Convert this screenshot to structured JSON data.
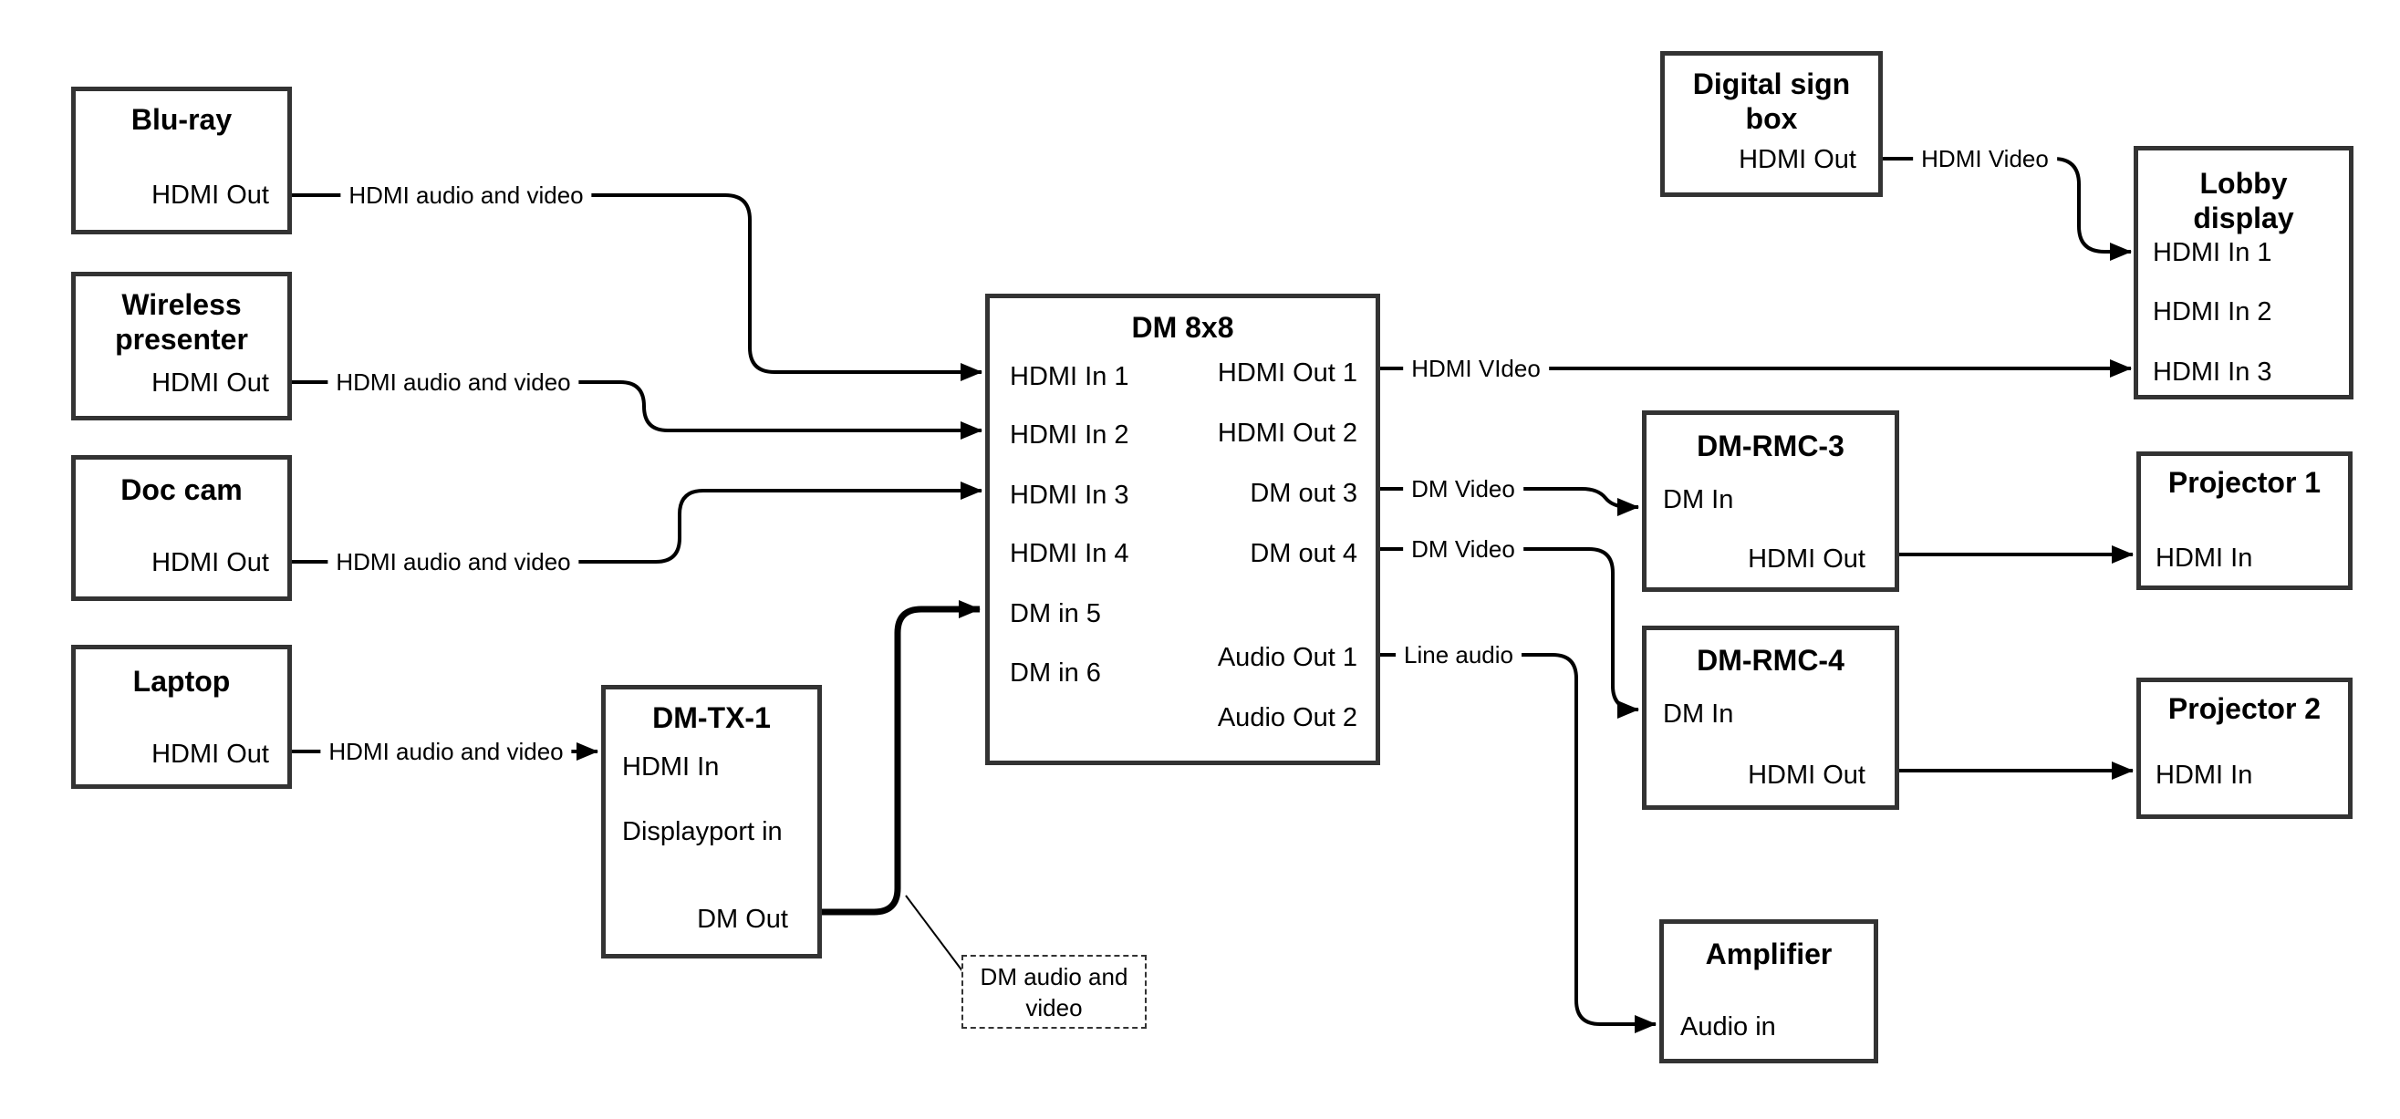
{
  "colors": {
    "ink": "#000000",
    "box_border": "#333333",
    "background": "#ffffff"
  },
  "boxes": {
    "bluray": {
      "title": "Blu-ray",
      "ports": {
        "hdmi_out": "HDMI Out"
      }
    },
    "wireless_presenter": {
      "title": "Wireless\npresenter",
      "ports": {
        "hdmi_out": "HDMI Out"
      }
    },
    "doc_cam": {
      "title": "Doc cam",
      "ports": {
        "hdmi_out": "HDMI Out"
      }
    },
    "laptop": {
      "title": "Laptop",
      "ports": {
        "hdmi_out": "HDMI Out"
      }
    },
    "dm_tx_1": {
      "title": "DM-TX-1",
      "ports": {
        "hdmi_in": "HDMI In",
        "displayport_in": "Displayport in",
        "dm_out": "DM Out"
      }
    },
    "dm_8x8": {
      "title": "DM 8x8",
      "ports": {
        "hdmi_in_1": "HDMI In 1",
        "hdmi_in_2": "HDMI In 2",
        "hdmi_in_3": "HDMI In 3",
        "hdmi_in_4": "HDMI In 4",
        "dm_in_5": "DM in 5",
        "dm_in_6": "DM in 6",
        "hdmi_out_1": "HDMI Out 1",
        "hdmi_out_2": "HDMI Out 2",
        "dm_out_3": "DM out 3",
        "dm_out_4": "DM out 4",
        "audio_out_1": "Audio Out 1",
        "audio_out_2": "Audio Out 2"
      }
    },
    "digital_sign_box": {
      "title": "Digital sign\nbox",
      "ports": {
        "hdmi_out": "HDMI Out"
      }
    },
    "lobby_display": {
      "title": "Lobby\ndisplay",
      "ports": {
        "hdmi_in_1": "HDMI In 1",
        "hdmi_in_2": "HDMI In 2",
        "hdmi_in_3": "HDMI In 3"
      }
    },
    "dm_rmc_3": {
      "title": "DM-RMC-3",
      "ports": {
        "dm_in": "DM In",
        "hdmi_out": "HDMI Out"
      }
    },
    "projector_1": {
      "title": "Projector 1",
      "ports": {
        "hdmi_in": "HDMI In"
      }
    },
    "dm_rmc_4": {
      "title": "DM-RMC-4",
      "ports": {
        "dm_in": "DM In",
        "hdmi_out": "HDMI Out"
      }
    },
    "projector_2": {
      "title": "Projector 2",
      "ports": {
        "hdmi_in": "HDMI In"
      }
    },
    "amplifier": {
      "title": "Amplifier",
      "ports": {
        "audio_in": "Audio in"
      }
    }
  },
  "connection_labels": {
    "bluray_to_dm8x8": "HDMI audio and video",
    "wireless_to_dm8x8": "HDMI audio and video",
    "doc_cam_to_dm8x8": "HDMI audio and video",
    "laptop_to_dm_tx_1": "HDMI audio and video",
    "hdmi_out_1_to_lobby": "HDMI VIdeo",
    "digital_sign_to_lobby": "HDMI Video",
    "dm_out_3_to_rmc_3": "DM Video",
    "dm_out_4_to_rmc_4": "DM Video",
    "audio_out_1_to_amplifier": "Line audio"
  },
  "annotation": {
    "dm_audio_and_video": "DM audio and\nvideo"
  }
}
